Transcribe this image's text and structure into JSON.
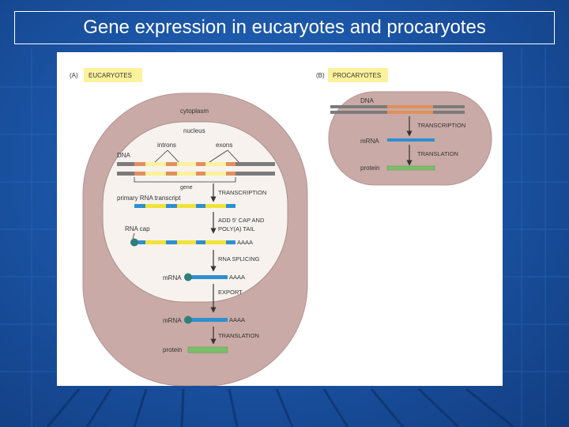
{
  "slide": {
    "title": "Gene expression in eucaryotes and procaryotes"
  },
  "panel_a": {
    "letter": "(A)",
    "heading": "EUCARYOTES",
    "cytoplasm": "cytoplasm",
    "nucleus": "nucleus",
    "introns": "introns",
    "exons": "exons",
    "dna": "DNA",
    "gene": "gene",
    "primary_rna": "primary RNA transcript",
    "transcription": "TRANSCRIPTION",
    "add_cap_1": "ADD 5′ CAP AND",
    "add_cap_2": "POLY(A) TAIL",
    "rna_cap": "RNA cap",
    "polya_1": "AAAA",
    "rna_splicing": "RNA SPLICING",
    "mrna_1": "mRNA",
    "polya_2": "AAAA",
    "export": "EXPORT",
    "mrna_2": "mRNA",
    "polya_3": "AAAA",
    "translation": "TRANSLATION",
    "protein": "protein"
  },
  "panel_b": {
    "letter": "(B)",
    "heading": "PROCARYOTES",
    "dna": "DNA",
    "transcription": "TRANSCRIPTION",
    "mrna": "mRNA",
    "translation": "TRANSLATION",
    "protein": "protein"
  },
  "colors": {
    "cell": "#c9aaa6",
    "nucleus": "#f7f2ee",
    "highlight": "#fbf29b",
    "dna_gray": "#7b7b7b",
    "exon": "#e0905c",
    "rna_blue": "#2f8fcf",
    "rna_yellow": "#f1e23a",
    "cap": "#2f7f7a",
    "protein": "#7bbf6a"
  }
}
